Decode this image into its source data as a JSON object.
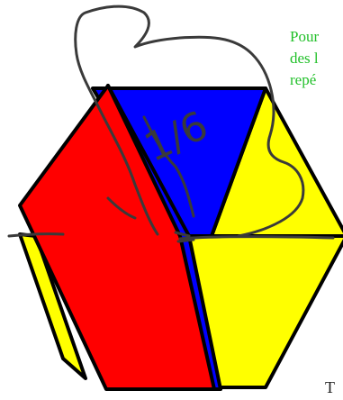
{
  "side_text": {
    "line_1": "Pour",
    "line_2": "des l",
    "line_3": "repé"
  },
  "fraction_annotation": "1/6",
  "bottom_text": "T",
  "colors": {
    "red": "#ff0000",
    "blue": "#0000ff",
    "yellow": "#ffff00",
    "outline": "#000000",
    "text_green": "#22c02a",
    "ink": "#3a3a3a"
  },
  "icons": {
    "hexagon": "pattern-block-hexagon",
    "rhombus": "pattern-block-rhombus"
  }
}
